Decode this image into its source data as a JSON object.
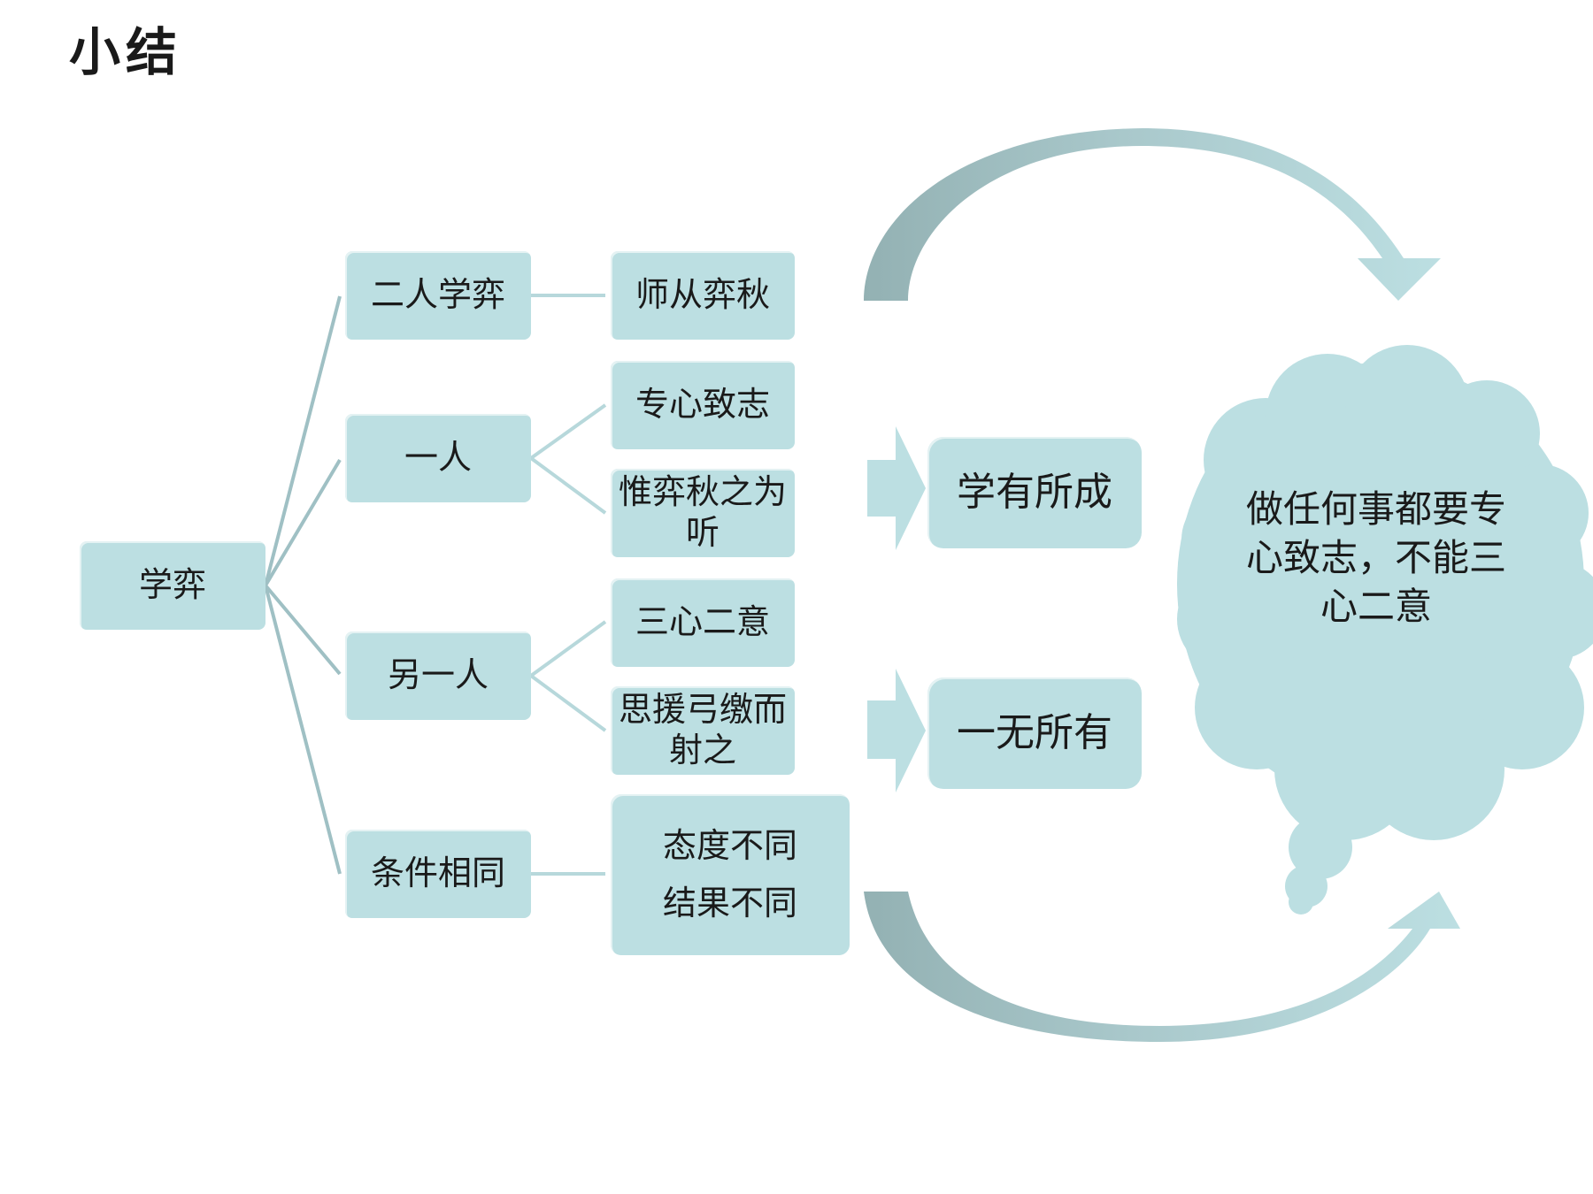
{
  "title": "小结",
  "root": "学弈",
  "branches": {
    "b1": "二人学弈",
    "b2": "一人",
    "b3": "另一人",
    "b4": "条件相同"
  },
  "leaves": {
    "l1": "师从弈秋",
    "l2": "专心致志",
    "l3": "惟弈秋之为听",
    "l4": "三心二意",
    "l5": "思援弓缴而射之",
    "l6a": "态度不同",
    "l6b": "结果不同"
  },
  "outcomes": {
    "o1": "学有所成",
    "o2": "一无所有"
  },
  "conclusion": "做任何事都要专心致志，不能三心二意",
  "colors": {
    "box": "#bcdfe2",
    "connector": "#9fc0c4",
    "arrow_dark": "#93b1b3",
    "arrow_light": "#bcdfe2"
  }
}
